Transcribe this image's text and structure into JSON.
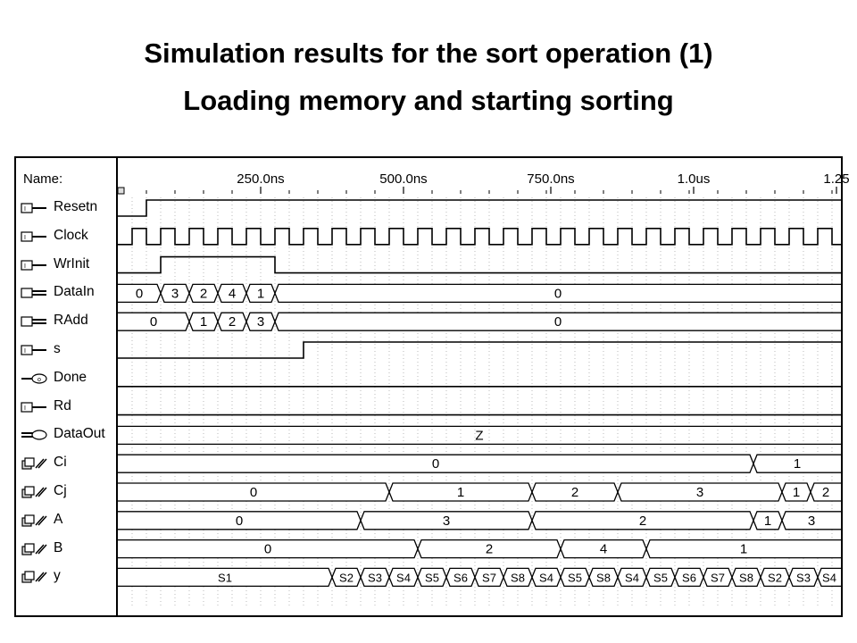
{
  "title_line1": "Simulation results for the sort operation (1)",
  "title_line2": "Loading memory and starting sorting",
  "name_header": "Name:",
  "time_ticks": [
    "250.0ns",
    "500.0ns",
    "750.0ns",
    "1.0us",
    "1.25"
  ],
  "signals": [
    {
      "name": "Resetn",
      "icon": "input-pin-icon"
    },
    {
      "name": "Clock",
      "icon": "input-pin-icon"
    },
    {
      "name": "WrInit",
      "icon": "input-pin-icon"
    },
    {
      "name": "DataIn",
      "icon": "input-bus-icon"
    },
    {
      "name": "RAdd",
      "icon": "input-bus-icon"
    },
    {
      "name": "s",
      "icon": "input-pin-icon"
    },
    {
      "name": "Done",
      "icon": "output-pin-icon"
    },
    {
      "name": "Rd",
      "icon": "input-pin-icon"
    },
    {
      "name": "DataOut",
      "icon": "output-bus-icon"
    },
    {
      "name": "Ci",
      "icon": "register-icon"
    },
    {
      "name": "Cj",
      "icon": "register-icon"
    },
    {
      "name": "A",
      "icon": "register-icon"
    },
    {
      "name": "B",
      "icon": "register-icon"
    },
    {
      "name": "y",
      "icon": "register-icon"
    }
  ],
  "bus_values": {
    "DataIn": [
      "0",
      "3",
      "2",
      "4",
      "1",
      "0"
    ],
    "RAdd": [
      "0",
      "1",
      "2",
      "3",
      "0"
    ],
    "DataOut": [
      "Z"
    ],
    "Ci": [
      "0",
      "1"
    ],
    "Cj": [
      "0",
      "1",
      "2",
      "3",
      "1",
      "2"
    ],
    "A": [
      "0",
      "3",
      "2",
      "1",
      "3"
    ],
    "B": [
      "0",
      "2",
      "4",
      "1"
    ],
    "y": [
      "S1",
      "S2",
      "S3",
      "S4",
      "S5",
      "S6",
      "S7",
      "S8",
      "S4",
      "S5",
      "S8",
      "S4",
      "S5",
      "S6",
      "S7",
      "S8",
      "S2",
      "S3",
      "S4"
    ]
  }
}
